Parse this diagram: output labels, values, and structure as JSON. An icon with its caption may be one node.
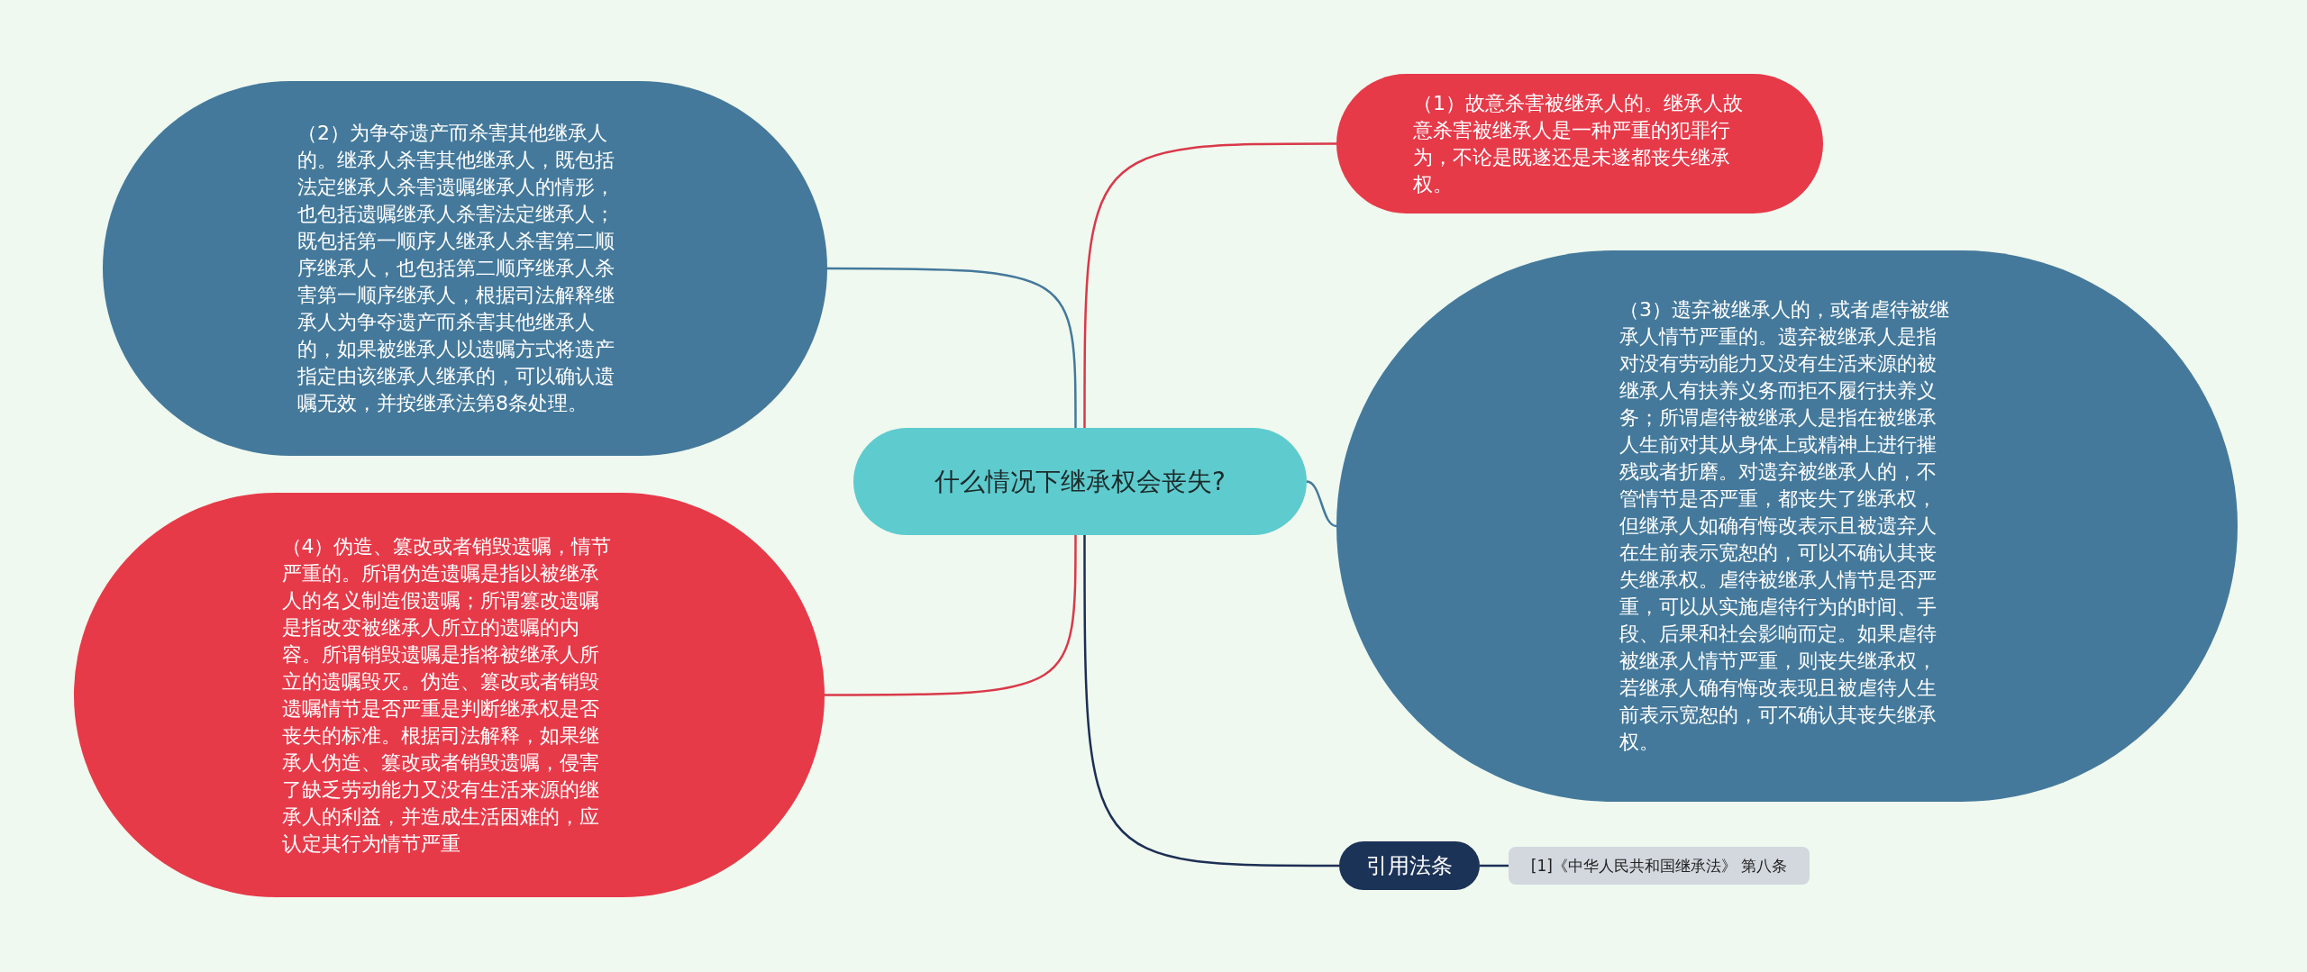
{
  "diagram": {
    "nodes": [
      {
        "text": [
          "什么情况下继承权会丧失?"
        ]
      },
      {
        "text": [
          "（1）故意杀害被继承人的。继承人故意杀害被继承人是一种严重的犯罪行为，不论是既遂还是未遂都丧失继承权。"
        ]
      },
      {
        "text": [
          "（3）遗弃被继承人的，或者虐待被继承人情节严重的。遗弃被继承人是指对没有劳动能力又没有生活来源的被继承人有扶养义务而拒不履行扶养义务；所谓虐待被继承人是指在被继承人生前对其从身体上或精神上进行摧残或者折磨。对遗弃被继承人的，不管情节是否严重，都丧失了继承权，但继承人如确有悔改表示且被遗弃人在生前表示宽恕的，可以不确认其丧失继承权。虐待被继承人情节是否严重，可以从实施虐待行为的时间、手段、后果和社会影响而定。如果虐待被继承人情节严重，则丧失继承权，若继承人确有悔改表现且被虐待人生前表示宽恕的，可不确认其丧失继承权。"
        ]
      },
      {
        "text": [
          "引用法条"
        ]
      },
      {
        "text": [
          "[1]《中华人民共和国继承法》 第八条"
        ]
      },
      {
        "text": [
          "（2）为争夺遗产而杀害其他继承人的。继承人杀害其他继承人，既包括法定继承人杀害遗嘱继承人的情形，也包括遗嘱继承人杀害法定继承人；既包括第一顺序人继承人杀害第二顺序继承人，也包括第二顺序继承人杀害第一顺序继承人，根据司法解释继承人为争夺遗产而杀害其他继承人的，如果被继承人以遗嘱方式将遗产指定由该继承人继承的，可以确认遗嘱无效，并按继承法第8条处理。"
        ]
      },
      {
        "text": [
          "（4）伪造、篡改或者销毁遗嘱，情节严重的。所谓伪造遗嘱是指以被继承人的名义制造假遗嘱；所谓篡改遗嘱是指改变被继承人所立的遗嘱的内容。所谓销毁遗嘱是指将被继承人所立的遗嘱毁灭。伪造、篡改或者销毁遗嘱情节是否严重是判断继承权是否丧失的标准。根据司法解释，如果继承人伪造、篡改或者销毁遗嘱，侵害了缺乏劳动能力又没有生活来源的继承人的利益，并造成生活困难的，应认定其行为情节严重"
        ]
      }
    ],
    "edges": [
      {
        "from": 0,
        "to": 1,
        "arrow": "none",
        "color": "#d9394a"
      },
      {
        "from": 0,
        "to": 2,
        "arrow": "none",
        "color": "#44799b"
      },
      {
        "from": 0,
        "to": 3,
        "arrow": "none",
        "color": "#1c2f55"
      },
      {
        "from": 3,
        "to": 4,
        "arrow": "none",
        "color": "#1c2f55"
      },
      {
        "from": 0,
        "to": 5,
        "arrow": "none",
        "color": "#44799b"
      },
      {
        "from": 0,
        "to": 6,
        "arrow": "none",
        "color": "#d9394a"
      }
    ]
  }
}
